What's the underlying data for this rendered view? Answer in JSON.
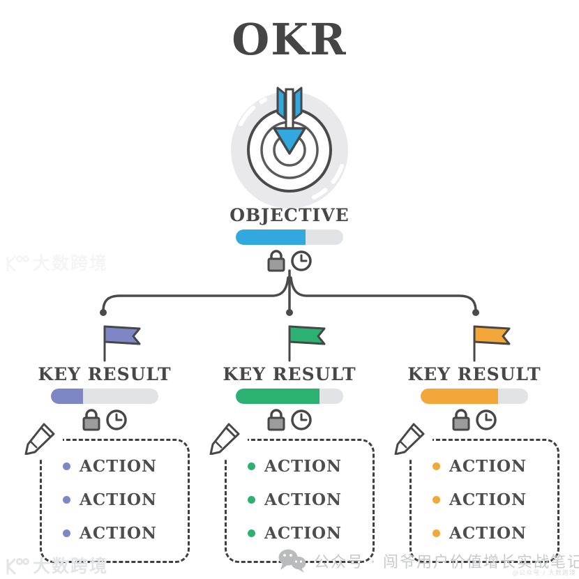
{
  "title": "OKR",
  "objective": {
    "label": "OBJECTIVE",
    "progress_percent": 65,
    "bar_color": "#31a8e0"
  },
  "key_results": [
    {
      "label": "KEY RESULT",
      "color": "#7e86c6",
      "progress_percent": 30,
      "actions": [
        "ACTION",
        "ACTION",
        "ACTION"
      ]
    },
    {
      "label": "KEY RESULT",
      "color": "#2bb273",
      "progress_percent": 78,
      "actions": [
        "ACTION",
        "ACTION",
        "ACTION"
      ]
    },
    {
      "label": "KEY RESULT",
      "color": "#f3a73a",
      "progress_percent": 72,
      "actions": [
        "ACTION",
        "ACTION",
        "ACTION"
      ]
    }
  ],
  "icons": {
    "target": "target-bullseye-icon",
    "lock": "lock-icon",
    "clock": "clock-icon",
    "flag": "flag-icon",
    "pencil": "pencil-icon",
    "wechat": "wechat-icon",
    "brand_logo": "brand-logo-icon"
  },
  "colors": {
    "ink": "#474747",
    "track_gray": "#e2e3e7",
    "target_disc": "#e9e9ec",
    "lock_fill": "#9c9c9c",
    "watermark_gray": "#e3e4e6",
    "footer_gray": "#c7c9cb"
  },
  "watermarks": {
    "brand_text": "大数跨境",
    "footer_text": "公众号 · 闯爷用户价值增长实战笔记",
    "footer_small_text": "@公众号 / 大数跨境"
  }
}
